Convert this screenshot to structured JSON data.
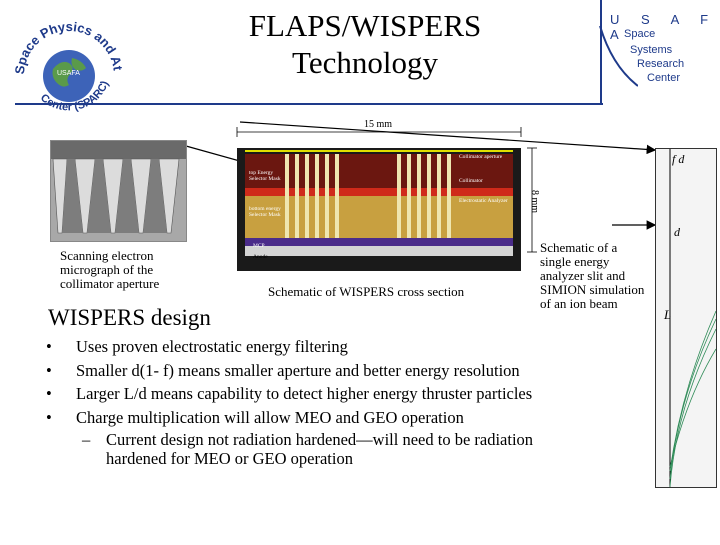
{
  "header": {
    "title_line1": "FLAPS/WISPERS",
    "title_line2": "Technology",
    "logo_ring_text": "Space Physics and Atmospheric Research Center (SPARC)",
    "logo_usafa": "USAFA",
    "usafa": "U S A F A",
    "ssrc": [
      "Space",
      "Systems",
      "Research",
      "Center"
    ]
  },
  "figures": {
    "sem_caption": "Scanning electron micrograph of the collimator aperture",
    "cross_section_caption": "Schematic of WISPERS cross section",
    "dim_width": "15 mm",
    "dim_height": "8 mm",
    "labels": {
      "collimator_aperture": "Collimator aperture",
      "collimator": "Collimator",
      "electrostatic_analyzer": "Electrostatic Analyzer",
      "top_energy_mask": "top Energy Selector Mask",
      "bottom_energy_mask": "bottom energy Selector Mask",
      "mcp": "MCP",
      "anode": "Anode"
    },
    "analyzer_caption": "Schematic of a single energy analyzer slit and SIMION simulation of an ion beam",
    "rod_labels": {
      "fd": "f d",
      "d": "d",
      "L": "L"
    }
  },
  "section": {
    "heading": "WISPERS design",
    "bullets": [
      "Uses proven electrostatic energy filtering",
      "Smaller d(1- f) means smaller aperture and better energy resolution",
      "Larger L/d means capability to detect higher energy thruster particles",
      "Charge multiplication will allow MEO and GEO operation"
    ],
    "sub_bullet": "Current design not radiation hardened—will need to be radiation hardened for MEO or GEO operation"
  },
  "colors": {
    "rule": "#1e3a8a",
    "collimator_layer": "#8b1d12",
    "analyzer_layer": "#c8a040",
    "mcp_layer": "#4b2c8a",
    "beam": "#2e8b57"
  }
}
